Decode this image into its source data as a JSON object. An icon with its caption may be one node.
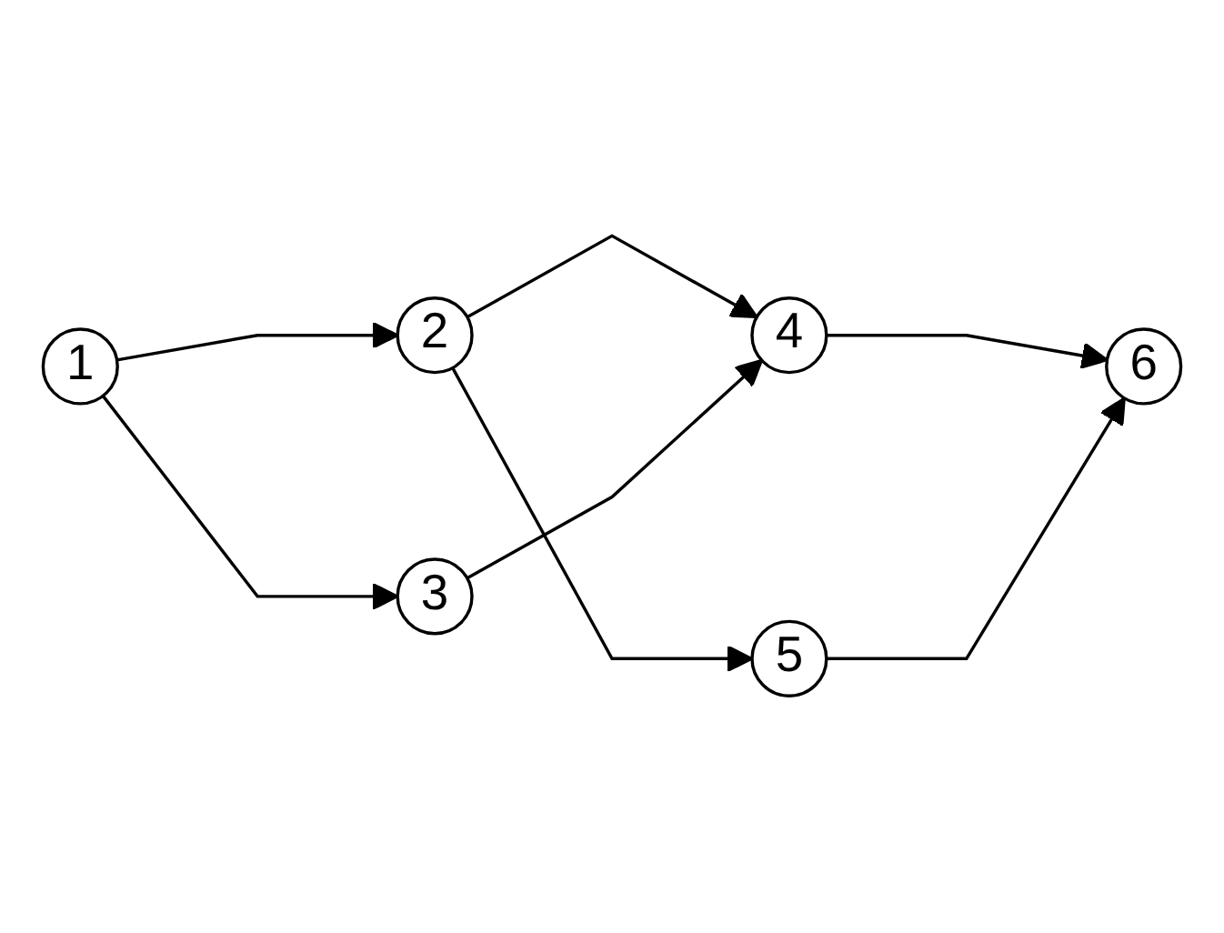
{
  "diagram": {
    "nodes": [
      {
        "text": [
          "1"
        ]
      },
      {
        "text": [
          "2"
        ]
      },
      {
        "text": [
          "3"
        ]
      },
      {
        "text": [
          "4"
        ]
      },
      {
        "text": [
          "5"
        ]
      },
      {
        "text": [
          "6"
        ]
      }
    ],
    "edges": [
      {
        "from": 0,
        "to": 1,
        "arrow": "to"
      },
      {
        "from": 0,
        "to": 2,
        "arrow": "to"
      },
      {
        "from": 1,
        "to": 3,
        "arrow": "to"
      },
      {
        "from": 1,
        "to": 4,
        "arrow": "to"
      },
      {
        "from": 2,
        "to": 3,
        "arrow": "to"
      },
      {
        "from": 3,
        "to": 5,
        "arrow": "to"
      },
      {
        "from": 4,
        "to": 5,
        "arrow": "to"
      }
    ]
  }
}
